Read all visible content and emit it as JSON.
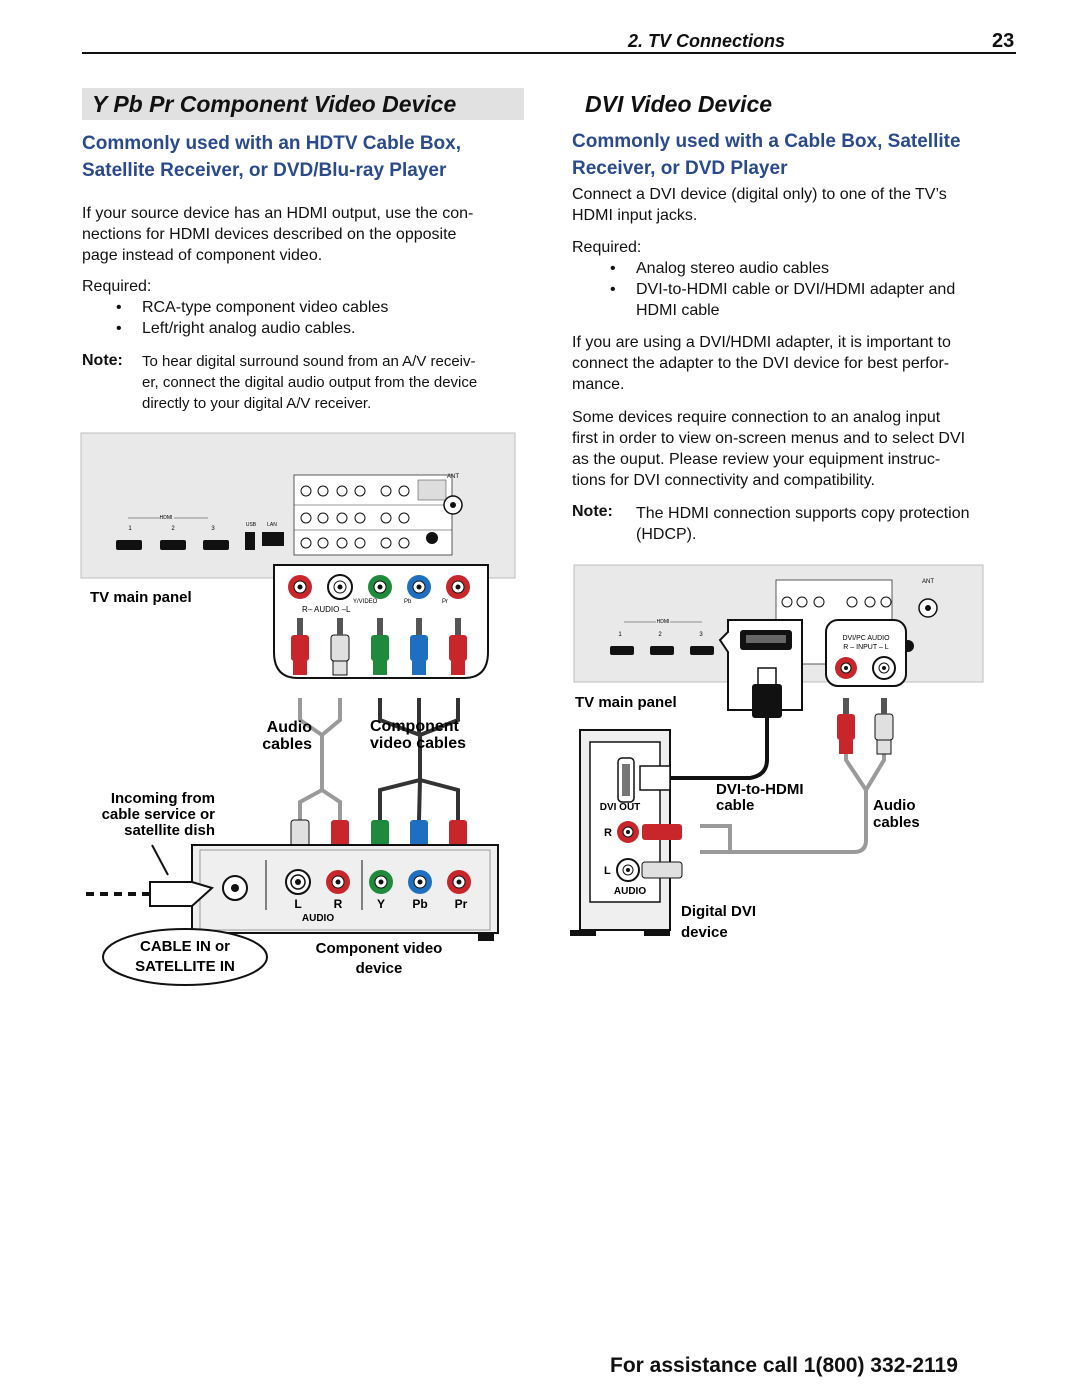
{
  "header": {
    "section": "2. TV Connections",
    "page_number": "23"
  },
  "left": {
    "title": "Y Pb Pr Component Video Device",
    "subhead_line1": "Commonly used with an HDTV Cable Box,",
    "subhead_line2": "Satellite Receiver, or DVD/Blu-ray Player",
    "intro_line1": "If your source device has an HDMI output, use the con-",
    "intro_line2": "nections for HDMI devices described on the opposite",
    "intro_line3": "page instead of component video.",
    "required_label": "Required:",
    "required_items": [
      "RCA-type component video cables",
      "Left/right analog audio cables."
    ],
    "note_label": "Note:",
    "note_line1": "To hear digital surround sound from an A/V receiv-",
    "note_line2": "er, connect the digital audio output from the device",
    "note_line3": "directly to your digital A/V receiver.",
    "diagram": {
      "tv_main_panel": "TV main panel",
      "audio_label": "Audio",
      "cables_label": "cables",
      "component_label": "Component",
      "video_cables_label": "video cables",
      "incoming_line1": "Incoming from",
      "incoming_line2": "cable service or",
      "incoming_line3": "satellite dish",
      "cable_in": "CABLE IN or",
      "satellite_in": "SATELLITE IN",
      "device_line1": "Component video",
      "device_line2": "device",
      "jack_labels": [
        "L",
        "R",
        "Y",
        "Pb",
        "Pr"
      ],
      "audio_caption": "AUDIO",
      "panel_audio_caption": "R– AUDIO –L",
      "panel_ypbpr": [
        "Y/VIDEO",
        "Pb",
        "Pr"
      ],
      "hdmi_label": "HDMI",
      "hdmi_numbers": [
        "1",
        "2",
        "3"
      ],
      "usb_label": "USB",
      "lan_label": "LAN",
      "ant_label": "ANT"
    }
  },
  "right": {
    "title": "DVI Video Device",
    "subhead_line1": "Commonly used with a Cable Box, Satellite",
    "subhead_line2": "Receiver, or DVD Player",
    "intro_line1": "Connect a DVI device (digital only) to one of the TV’s",
    "intro_line2": "HDMI input jacks.",
    "required_label": "Required:",
    "req_item1": "Analog stereo audio cables",
    "req_item2_line1": "DVI-to-HDMI cable or DVI/HDMI adapter and",
    "req_item2_line2": "HDMI cable",
    "adapter_line1": "If you are using a DVI/HDMI adapter, it is important to",
    "adapter_line2": "connect the adapter to the DVI device for best perfor-",
    "adapter_line3": "mance.",
    "analog_line1": "Some devices require connection to an analog input",
    "analog_line2": "first in order to view on-screen menus and to select DVI",
    "analog_line3": "as the ouput.  Please review your equipment instruc-",
    "analog_line4": "tions for DVI connectivity and compatibility.",
    "note_label": "Note:",
    "note_line1": "The HDMI connection supports copy protection",
    "note_line2": "(HDCP).",
    "diagram": {
      "tv_main_panel": "TV main panel",
      "dvi_hdmi_line1": "DVI-to-HDMI",
      "dvi_hdmi_line2": "cable",
      "audio_label": "Audio",
      "cables_label": "cables",
      "dvi_out": "DVI OUT",
      "r_label": "R",
      "l_label": "L",
      "audio_caption": "AUDIO",
      "digital_dvi": "Digital DVI",
      "device": "device",
      "callout_line1": "DVI/PC  AUDIO",
      "callout_line2": "R – INPUT – L",
      "hdmi_label": "HDMI",
      "hdmi_numbers": [
        "1",
        "2",
        "3"
      ],
      "ant_label": "ANT"
    }
  },
  "footer": {
    "assist": "For assistance call 1(800) 332-2119"
  },
  "colors": {
    "accent_blue": "#2a4a8c",
    "title_band": "#e1e1e1",
    "jack_red": "#c8262b",
    "jack_green": "#1f8a3b",
    "jack_blue": "#1f6fc0",
    "cable_gray": "#9a9a9a"
  },
  "icons": [
    "hdmi-port-icon",
    "usb-port-icon",
    "lan-port-icon",
    "rca-jack-icon",
    "coax-jack-icon",
    "dvi-port-icon",
    "hdmi-plug-icon",
    "rca-plug-icon"
  ]
}
